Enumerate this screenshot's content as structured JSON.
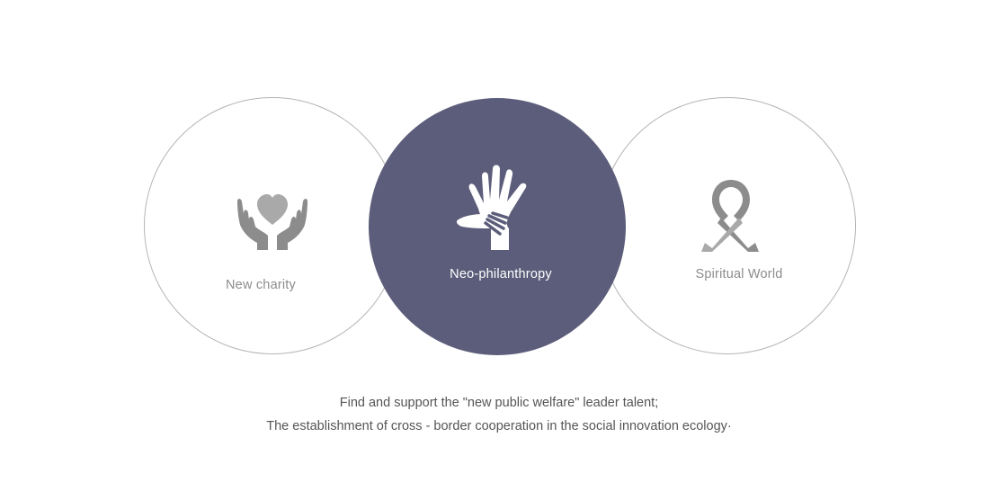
{
  "colors": {
    "accent_circle": "#5c5d7a",
    "outline": "#b5b5b5",
    "icon_gray": "#8c8c8c",
    "icon_light": "#a9a9a9",
    "text_gray": "#8c8c8c",
    "text_dark": "#555555",
    "text_on_accent": "#ffffff"
  },
  "items": [
    {
      "label": "New charity",
      "icon": "hands-heart-icon"
    },
    {
      "label": "Neo-philanthropy",
      "icon": "helping-hands-icon"
    },
    {
      "label": "Spiritual World",
      "icon": "awareness-ribbon-icon"
    }
  ],
  "description": {
    "line1": "Find and support the \"new public welfare\" leader talent;",
    "line2": "The establishment of cross - border cooperation in the social innovation ecology·"
  }
}
